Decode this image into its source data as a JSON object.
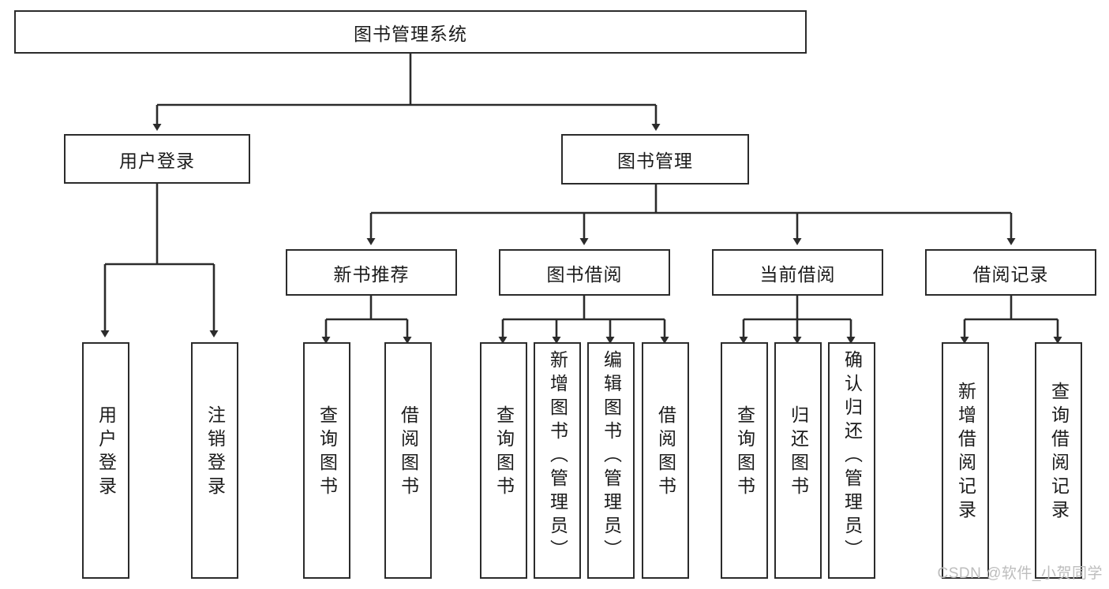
{
  "diagram": {
    "title": "图书管理系统",
    "type": "tree-hierarchy-diagram",
    "style": {
      "box_border": "#2b2b2b",
      "box_fill": "#ffffff",
      "connector": "#2b2b2b",
      "text": "#1b1b1b",
      "background": "#ffffff"
    },
    "root": {
      "label": "图书管理系统"
    },
    "level2": [
      {
        "label": "用户登录"
      },
      {
        "label": "图书管理"
      }
    ],
    "level3": [
      {
        "label": "新书推荐"
      },
      {
        "label": "图书借阅"
      },
      {
        "label": "当前借阅"
      },
      {
        "label": "借阅记录"
      }
    ],
    "leaves": {
      "user_login": [
        {
          "label": "用户登录"
        },
        {
          "label": "注销登录"
        }
      ],
      "new_book_recommend": [
        {
          "label": "查询图书"
        },
        {
          "label": "借阅图书"
        }
      ],
      "book_borrow": [
        {
          "label": "查询图书"
        },
        {
          "label": "新增图书（管理员）"
        },
        {
          "label": "编辑图书（管理员）"
        },
        {
          "label": "借阅图书"
        }
      ],
      "current_borrow": [
        {
          "label": "查询图书"
        },
        {
          "label": "归还图书"
        },
        {
          "label": "确认归还（管理员）"
        }
      ],
      "borrow_record": [
        {
          "label": "新增借阅记录"
        },
        {
          "label": "查询借阅记录"
        }
      ]
    }
  },
  "watermark": {
    "text": "CSDN @软件_小贺同学"
  }
}
